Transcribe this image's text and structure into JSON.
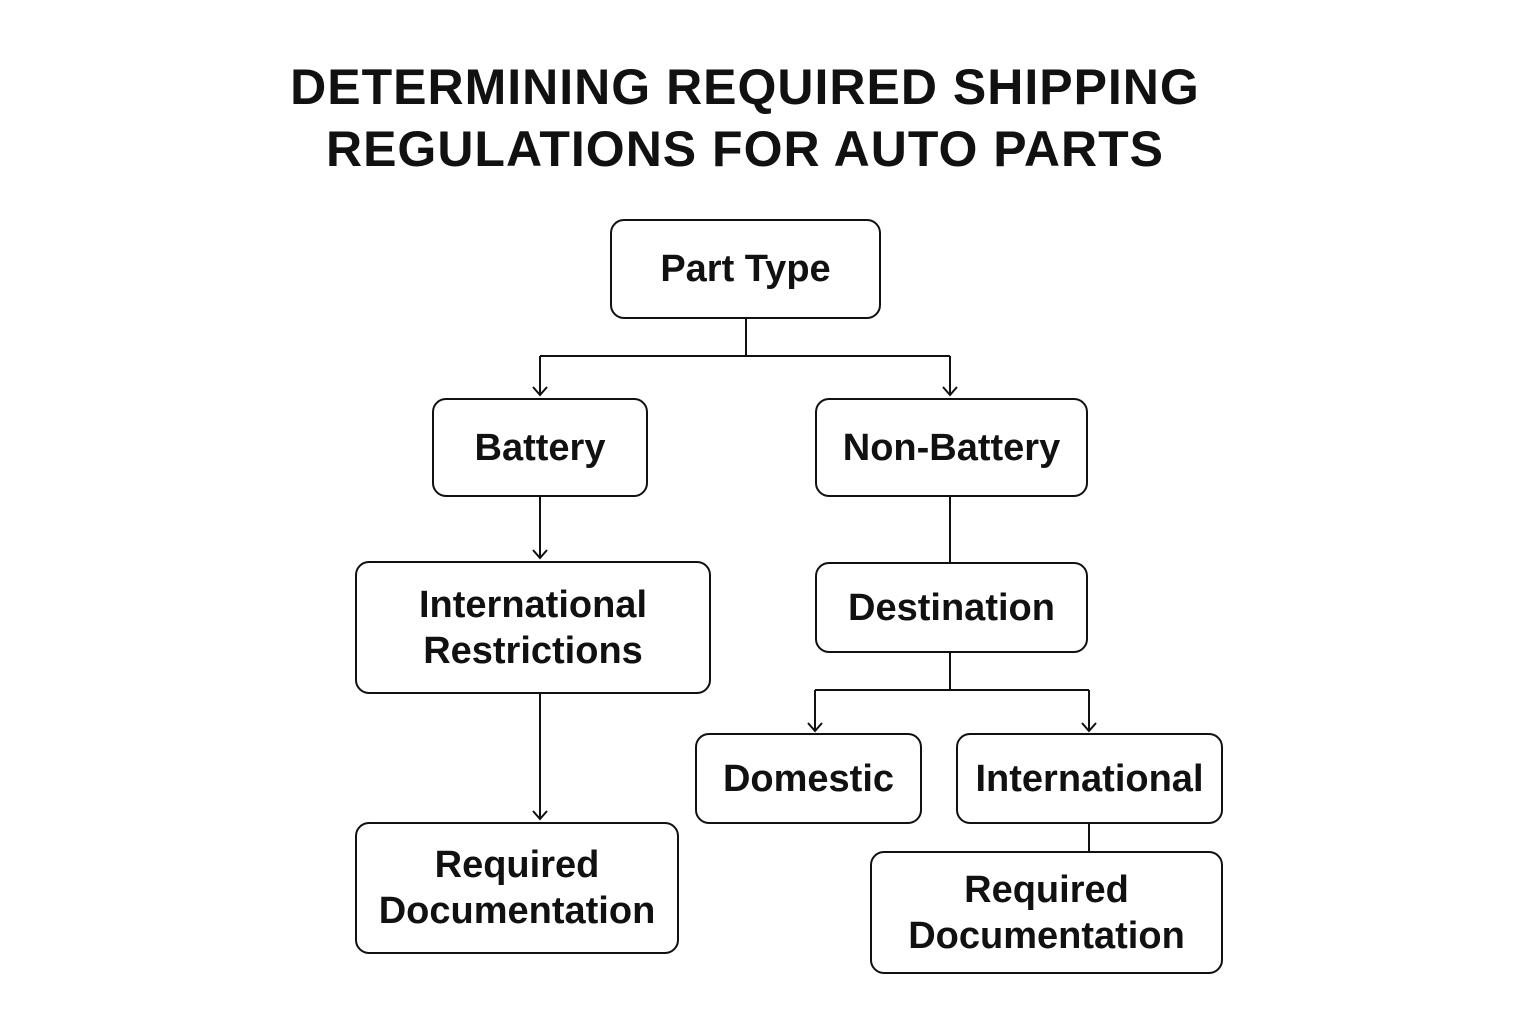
{
  "title": {
    "line1": "DETERMINING REQUIRED SHIPPING",
    "line2": "REGULATIONS FOR AUTO PARTS"
  },
  "nodes": {
    "part_type": "Part Type",
    "battery": "Battery",
    "non_battery": "Non-Battery",
    "intl_restrictions": {
      "line1": "International",
      "line2": "Restrictions"
    },
    "destination": "Destination",
    "domestic": "Domestic",
    "international": "International",
    "battery_docs": {
      "line1": "Required",
      "line2": "Documentation"
    },
    "intl_docs": {
      "line1": "Required",
      "line2": "Documentation"
    }
  },
  "colors": {
    "stroke": "#111111",
    "background": "#ffffff"
  }
}
